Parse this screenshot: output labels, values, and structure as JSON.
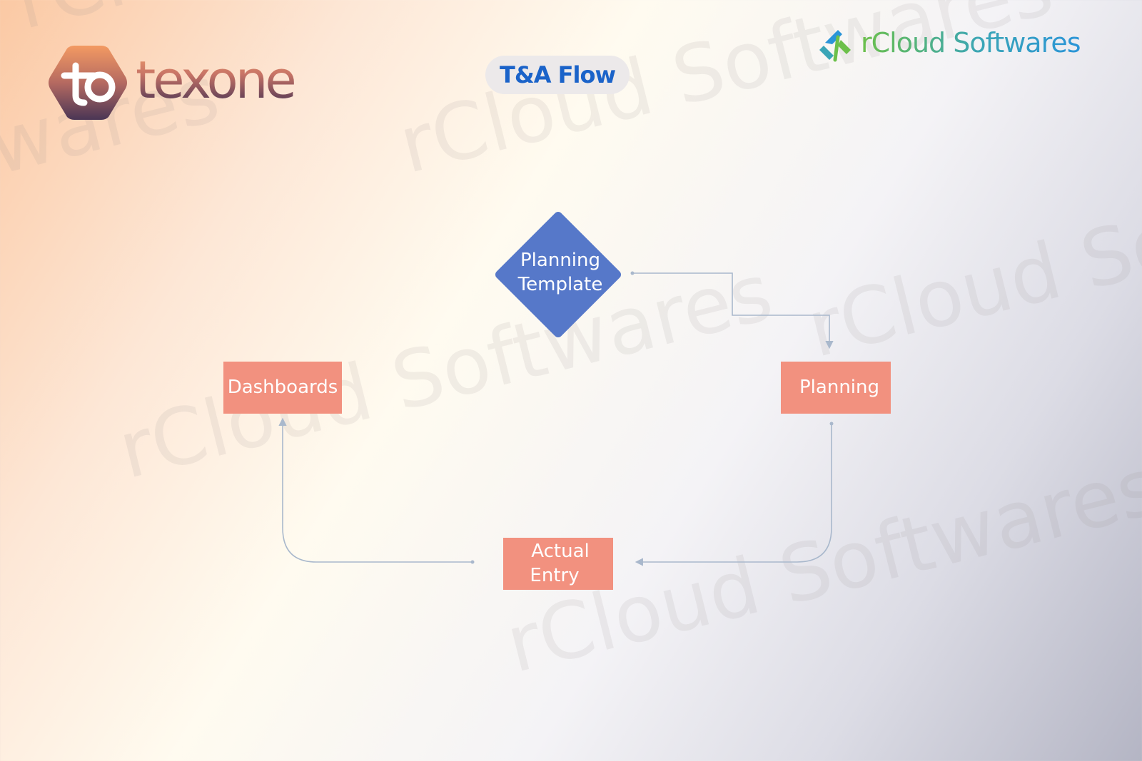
{
  "header": {
    "title": "T&A Flow"
  },
  "brands": {
    "left_logo": {
      "mark": "to",
      "wordmark": "texone"
    },
    "right_logo": {
      "wordmark": "rCloud Softwares",
      "icon": "rcloud-logo-icon"
    }
  },
  "watermark": {
    "text": "rCloud Softwares"
  },
  "diagram": {
    "nodes": {
      "planning_template": {
        "label": "Planning Template",
        "lines": [
          "Planning",
          "Template"
        ],
        "shape": "diamond",
        "color": "#5678c9"
      },
      "planning": {
        "label": "Planning",
        "shape": "rectangle",
        "color": "#f2917f"
      },
      "actual_entry": {
        "label": "Actual Entry",
        "lines": [
          "Actual",
          "Entry"
        ],
        "shape": "rectangle",
        "color": "#f2917f"
      },
      "dashboards": {
        "label": "Dashboards",
        "shape": "rectangle",
        "color": "#f2917f"
      }
    },
    "edges": [
      {
        "from": "Planning Template",
        "to": "Planning"
      },
      {
        "from": "Planning",
        "to": "Actual Entry"
      },
      {
        "from": "Actual Entry",
        "to": "Dashboards"
      }
    ],
    "connector_color": "#a9b8cc"
  }
}
